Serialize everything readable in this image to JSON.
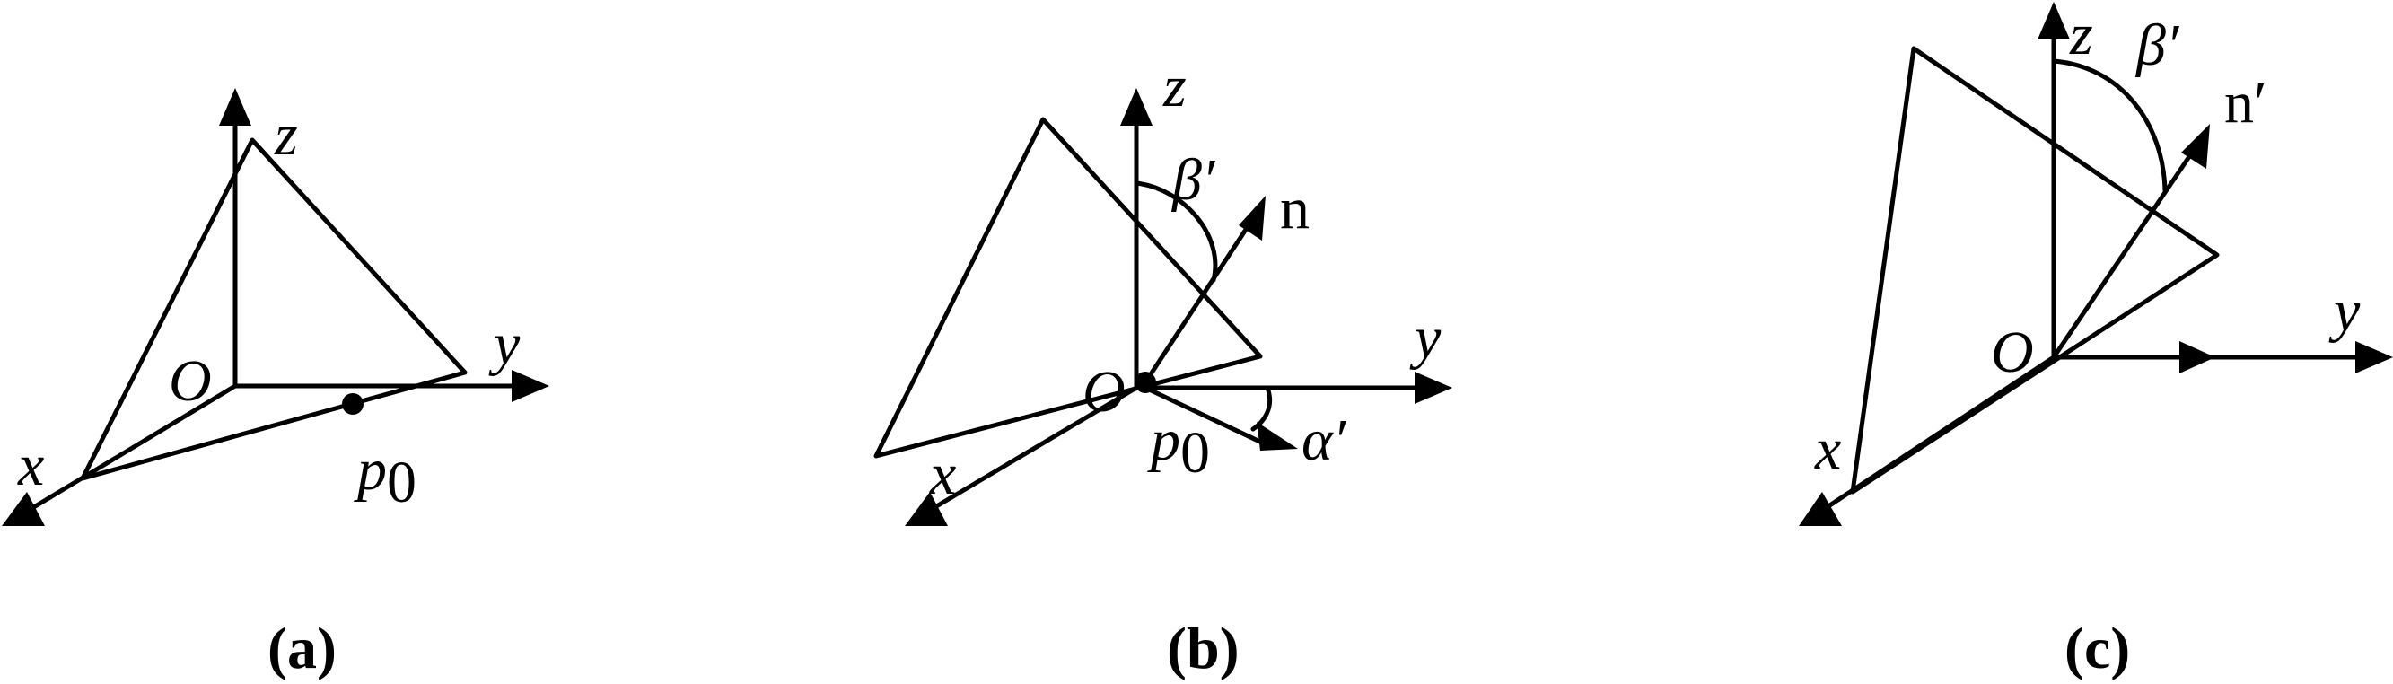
{
  "panels": {
    "a": {
      "caption": "(a)",
      "labels": {
        "z": "z",
        "y": "y",
        "x": "x",
        "origin": "O",
        "point_base": "p",
        "point_sub": "0"
      }
    },
    "b": {
      "caption": "(b)",
      "labels": {
        "z": "z",
        "y": "y",
        "x": "x",
        "origin": "O",
        "normal": "n",
        "beta": "β′",
        "alpha": "α′",
        "point_base": "p",
        "point_sub": "0"
      }
    },
    "c": {
      "caption": "(c)",
      "labels": {
        "z": "z",
        "y": "y",
        "x": "x",
        "origin": "O",
        "normal": "n′",
        "beta": "β′"
      }
    }
  },
  "colors": {
    "ink": "#000000",
    "background": "#ffffff"
  }
}
